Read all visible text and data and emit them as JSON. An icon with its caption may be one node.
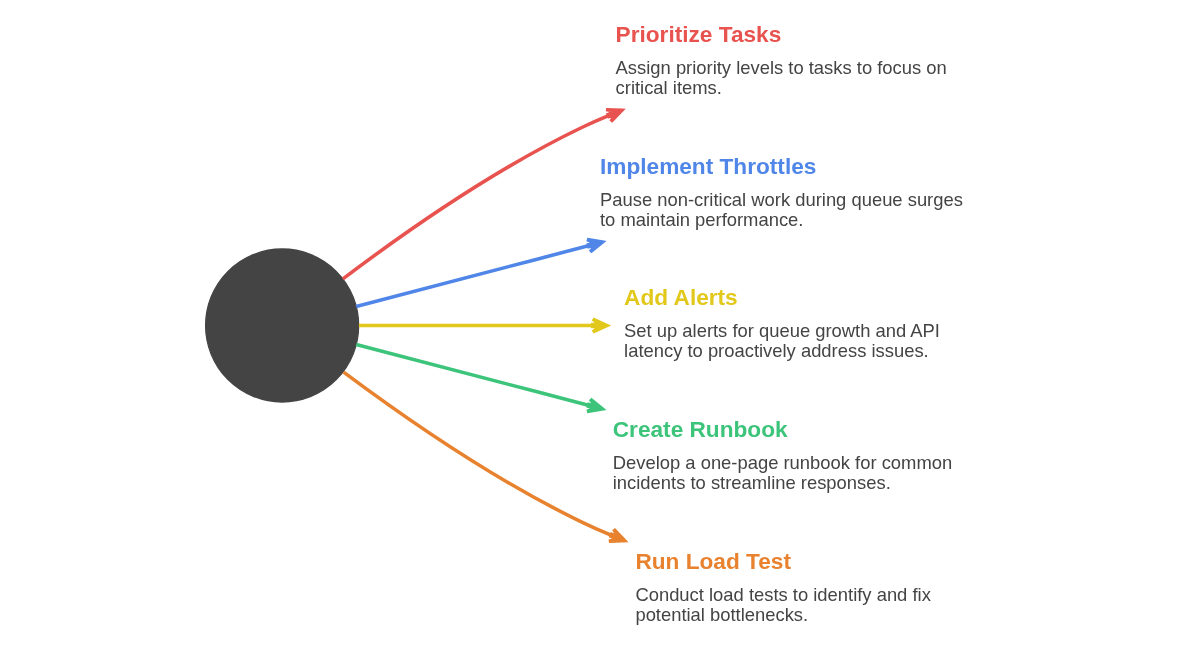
{
  "diagram": {
    "nodes": [
      {
        "text": [],
        "shape": "circle"
      },
      {
        "text": [
          "Prioritize Tasks",
          "Assign priority levels to tasks to focus on critical items."
        ]
      },
      {
        "text": [
          "Implement Throttles",
          "Pause non-critical work during queue surges to maintain performance."
        ]
      },
      {
        "text": [
          "Add Alerts",
          "Set up alerts for queue growth and API latency to proactively address issues."
        ]
      },
      {
        "text": [
          "Create Runbook",
          "Develop a one-page runbook for common incidents to streamline responses."
        ]
      },
      {
        "text": [
          "Run Load Test",
          "Conduct load tests to identify and fix potential bottlenecks."
        ]
      }
    ],
    "edges": [
      {
        "from": 0,
        "to": 1,
        "arrow": "to",
        "color": "#e8534f"
      },
      {
        "from": 0,
        "to": 2,
        "arrow": "to",
        "color": "#4f86e8"
      },
      {
        "from": 0,
        "to": 3,
        "arrow": "to",
        "color": "#e2c81a"
      },
      {
        "from": 0,
        "to": 4,
        "arrow": "to",
        "color": "#3cc47a"
      },
      {
        "from": 0,
        "to": 5,
        "arrow": "to",
        "color": "#e8822f"
      }
    ]
  }
}
